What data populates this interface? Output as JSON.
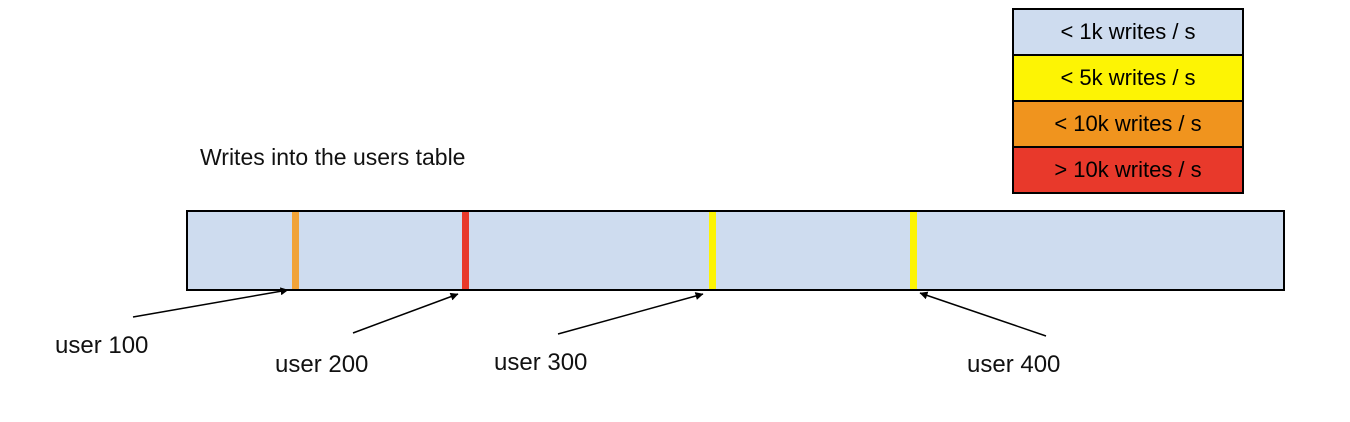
{
  "title": "Writes into the users table",
  "legend": {
    "items": [
      {
        "label": "< 1k writes / s",
        "color": "#CEDCEF"
      },
      {
        "label": "< 5k writes / s",
        "color": "#FDF404"
      },
      {
        "label": "< 10k writes / s",
        "color": "#F0941E"
      },
      {
        "label": "> 10k writes / s",
        "color": "#E8392B"
      }
    ]
  },
  "table_bar": {
    "fill": "#CEDCEF",
    "border_color": "#000000",
    "markers": [
      {
        "label": "user 100",
        "color": "#F1A338",
        "left": "9.5%",
        "rate": "< 10k writes / s"
      },
      {
        "label": "user 200",
        "color": "#E8392B",
        "left": "25.0%",
        "rate": "> 10k writes / s"
      },
      {
        "label": "user 300",
        "color": "#FDF404",
        "left": "47.6%",
        "rate": "< 5k writes / s"
      },
      {
        "label": "user 400",
        "color": "#FDF404",
        "left": "65.9%",
        "rate": "< 5k writes / s"
      }
    ]
  }
}
